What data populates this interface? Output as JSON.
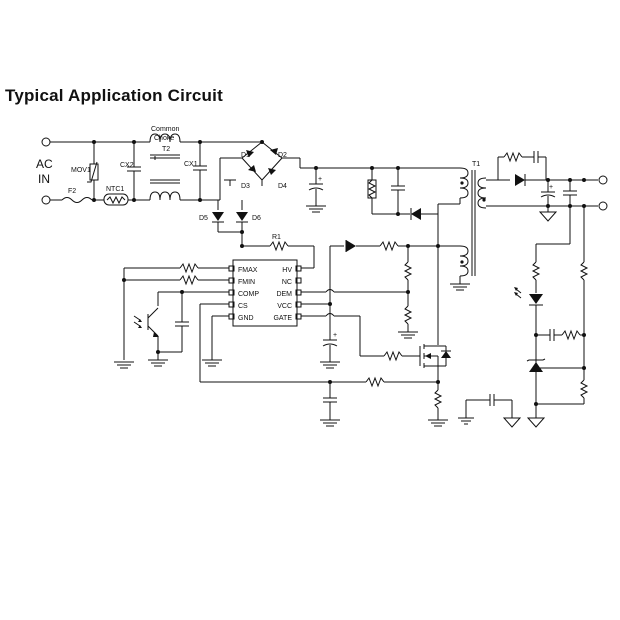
{
  "title": "Typical Application Circuit",
  "input": {
    "line1": "AC",
    "line2": "IN"
  },
  "labels": {
    "mov1": "MOV1",
    "f2": "F2",
    "ntc1": "NTC1",
    "cx2": "CX2",
    "choke1": "Common",
    "choke2": "Choke",
    "t2": "T2",
    "cx1": "CX1",
    "d1": "D1",
    "d2": "D2",
    "d3": "D3",
    "d4": "D4",
    "d5": "D5",
    "d6": "D6",
    "r1": "R1",
    "t1": "T1",
    "plus": "+"
  },
  "ic_pins_left": [
    "FMAX",
    "FMIN",
    "COMP",
    "CS",
    "GND"
  ],
  "ic_pins_right": [
    "HV",
    "NC",
    "DEM",
    "VCC",
    "GATE"
  ]
}
